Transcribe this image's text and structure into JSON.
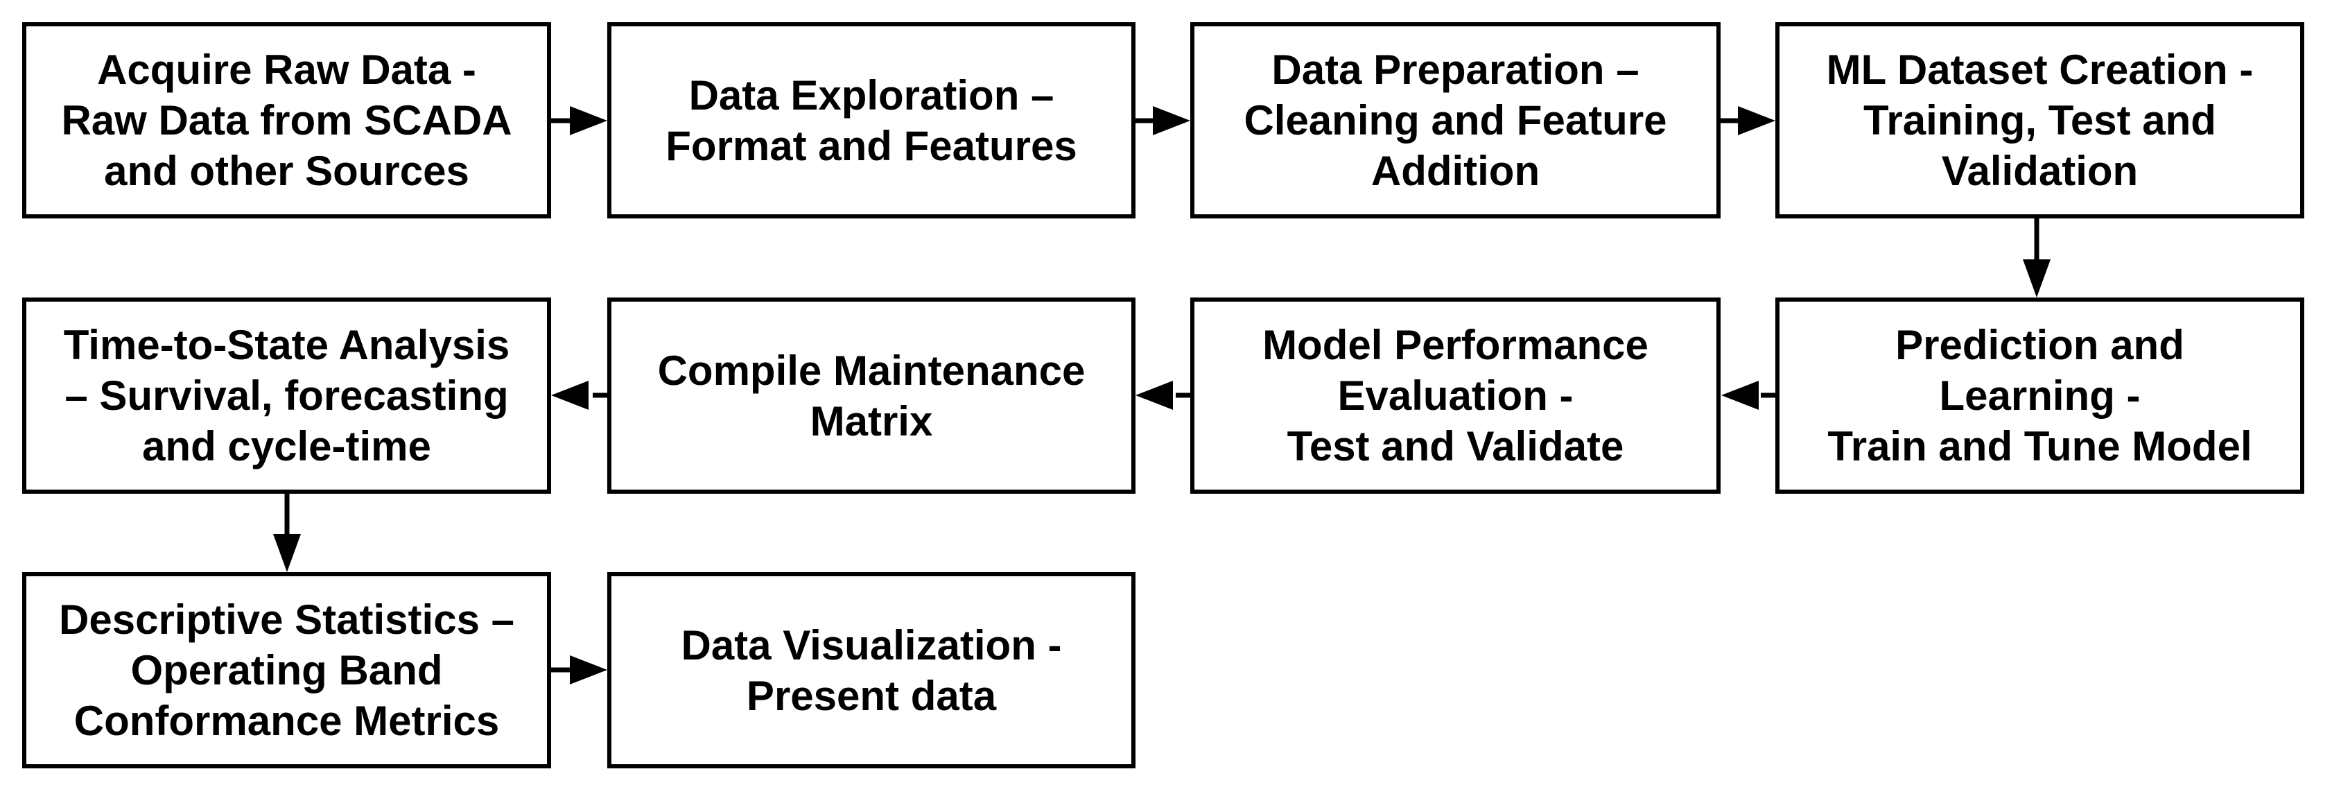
{
  "diagram": {
    "background_color": "#ffffff",
    "box_border_color": "#000000",
    "text_color": "#000000",
    "boxes": [
      {
        "id": "acquire-raw-data",
        "label": "Acquire Raw Data -\nRaw Data from SCADA\nand other Sources"
      },
      {
        "id": "data-exploration",
        "label": "Data Exploration –\nFormat and Features"
      },
      {
        "id": "data-preparation",
        "label": "Data Preparation –\nCleaning and Feature\nAddition"
      },
      {
        "id": "ml-dataset-creation",
        "label": "ML Dataset Creation -\nTraining, Test and\nValidation"
      },
      {
        "id": "time-to-state-analysis",
        "label": "Time-to-State Analysis\n– Survival, forecasting\nand cycle-time"
      },
      {
        "id": "compile-maintenance-matrix",
        "label": "Compile Maintenance\nMatrix"
      },
      {
        "id": "model-performance-evaluation",
        "label": "Model Performance\nEvaluation -\nTest and Validate"
      },
      {
        "id": "prediction-and-learning",
        "label": "Prediction and\nLearning -\nTrain and Tune Model"
      },
      {
        "id": "descriptive-statistics",
        "label": "Descriptive Statistics –\nOperating Band\nConformance Metrics"
      },
      {
        "id": "data-visualization",
        "label": "Data Visualization -\nPresent data"
      }
    ],
    "edges": [
      {
        "from": "acquire-raw-data",
        "to": "data-exploration",
        "direction": "right"
      },
      {
        "from": "data-exploration",
        "to": "data-preparation",
        "direction": "right"
      },
      {
        "from": "data-preparation",
        "to": "ml-dataset-creation",
        "direction": "right"
      },
      {
        "from": "ml-dataset-creation",
        "to": "prediction-and-learning",
        "direction": "down"
      },
      {
        "from": "prediction-and-learning",
        "to": "model-performance-evaluation",
        "direction": "left"
      },
      {
        "from": "model-performance-evaluation",
        "to": "compile-maintenance-matrix",
        "direction": "left"
      },
      {
        "from": "compile-maintenance-matrix",
        "to": "time-to-state-analysis",
        "direction": "left"
      },
      {
        "from": "time-to-state-analysis",
        "to": "descriptive-statistics",
        "direction": "down"
      },
      {
        "from": "descriptive-statistics",
        "to": "data-visualization",
        "direction": "right"
      }
    ]
  }
}
